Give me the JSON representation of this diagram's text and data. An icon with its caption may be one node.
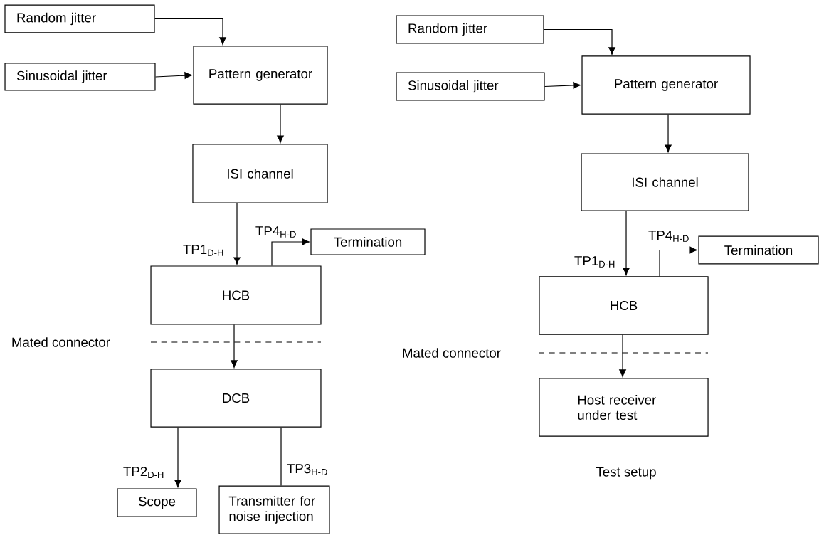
{
  "diagram": {
    "nodes": [
      {
        "text": [
          "Random jitter"
        ]
      },
      {
        "text": [
          "Sinusoidal jitter"
        ]
      },
      {
        "text": [
          "Pattern generator"
        ]
      },
      {
        "text": [
          "ISI channel"
        ]
      },
      {
        "text": [
          "Termination"
        ]
      },
      {
        "text": [
          "HCB"
        ]
      },
      {
        "text": [
          "DCB"
        ]
      },
      {
        "text": [
          "Scope"
        ]
      },
      {
        "text": [
          "Transmitter for noise injection"
        ]
      },
      {
        "text": [
          "Random jitter"
        ]
      },
      {
        "text": [
          "Sinusoidal jitter"
        ]
      },
      {
        "text": [
          "Pattern generator"
        ]
      },
      {
        "text": [
          "ISI channel"
        ]
      },
      {
        "text": [
          "Termination"
        ]
      },
      {
        "text": [
          "HCB"
        ]
      },
      {
        "text": [
          "Host receiver under test"
        ]
      }
    ],
    "edges": [
      {
        "from": 0,
        "to": 2,
        "arrow": "to"
      },
      {
        "from": 1,
        "to": 2,
        "arrow": "to"
      },
      {
        "from": 2,
        "to": 3,
        "arrow": "to"
      },
      {
        "from": 3,
        "to": 5,
        "arrow": "to",
        "label": "TP1$_{D-H}$"
      },
      {
        "from": 5,
        "to": 4,
        "arrow": "to",
        "label": "TP4$_{H-D}$"
      },
      {
        "from": 5,
        "to": 6,
        "arrow": "to"
      },
      {
        "from": 6,
        "to": 7,
        "arrow": "to",
        "label": "TP2$_{D-H}$"
      },
      {
        "from": 6,
        "to": 8,
        "arrow": "none",
        "label": "TP3$_{H-D}$"
      },
      {
        "from": 9,
        "to": 11,
        "arrow": "to"
      },
      {
        "from": 10,
        "to": 11,
        "arrow": "to"
      },
      {
        "from": 11,
        "to": 12,
        "arrow": "to"
      },
      {
        "from": 12,
        "to": 14,
        "arrow": "to",
        "label": "TP1$_{D-H}$"
      },
      {
        "from": 14,
        "to": 13,
        "arrow": "to",
        "label": "TP4$_{H-D}$"
      },
      {
        "from": 14,
        "to": 15,
        "arrow": "to"
      }
    ],
    "labels": [
      "Mated connector",
      "Mated connector",
      "Test setup"
    ]
  }
}
